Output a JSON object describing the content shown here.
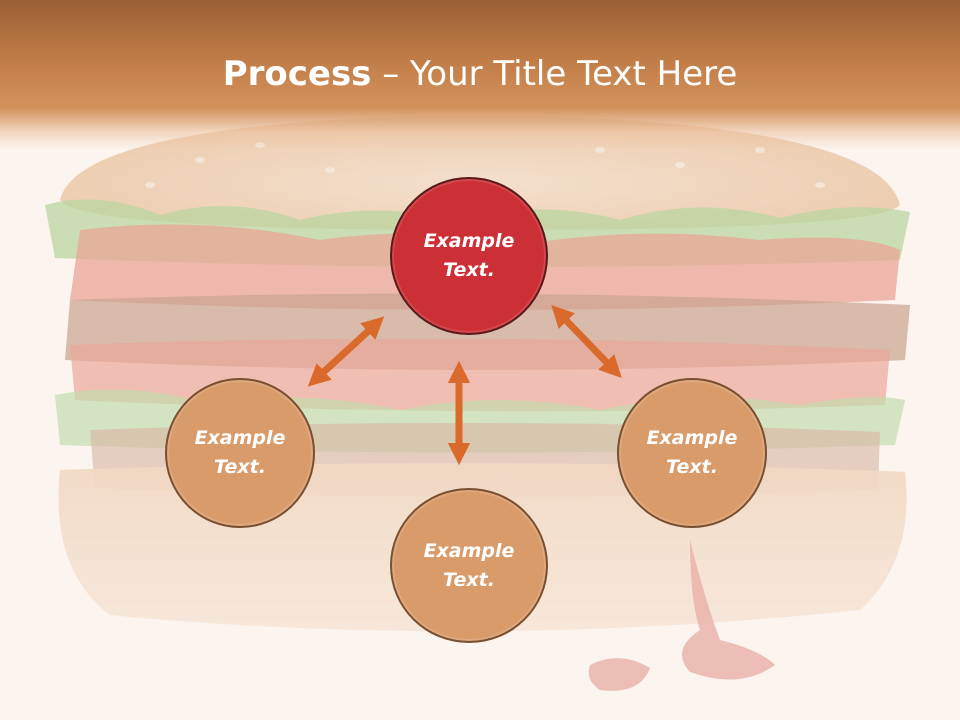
{
  "title": {
    "bold": "Process",
    "rest": " – Your Title Text Here"
  },
  "nodes": {
    "top": {
      "label": "Example Text."
    },
    "left": {
      "label": "Example Text."
    },
    "right": {
      "label": "Example Text."
    },
    "bottom": {
      "label": "Example Text."
    }
  },
  "colors": {
    "header": "#c4804a",
    "node_fill": "#d99b6a",
    "node_highlight": "#cc2f35",
    "arrow": "#d96a2c"
  }
}
